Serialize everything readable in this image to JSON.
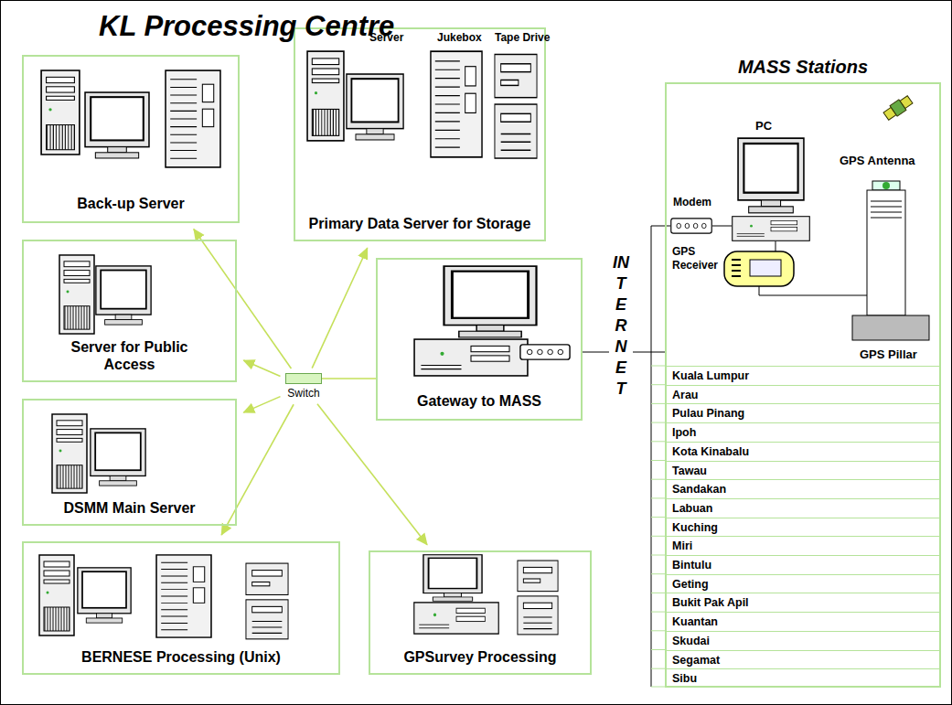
{
  "diagram": {
    "title": "KL Processing Centre",
    "nodes": [
      {
        "text": [
          "Back-up Server"
        ]
      },
      {
        "text": [
          "Primary Data Server for Storage"
        ]
      },
      {
        "text": [
          "Server for Public Access"
        ]
      },
      {
        "text": [
          "DSMM Main Server"
        ]
      },
      {
        "text": [
          "Switch"
        ]
      },
      {
        "text": [
          "Gateway to MASS"
        ]
      },
      {
        "text": [
          "BERNESE Processing (Unix)"
        ]
      },
      {
        "text": [
          "GPSurvey Processing"
        ]
      },
      {
        "text": [
          "MASS Stations"
        ]
      },
      {
        "text": [
          "Kuala Lumpur"
        ],
        "in": 8
      },
      {
        "text": [
          "Arau"
        ],
        "in": 8
      },
      {
        "text": [
          "Pulau Pinang"
        ],
        "in": 8
      },
      {
        "text": [
          "Ipoh"
        ],
        "in": 8
      },
      {
        "text": [
          "Kota Kinabalu"
        ],
        "in": 8
      },
      {
        "text": [
          "Tawau"
        ],
        "in": 8
      },
      {
        "text": [
          "Sandakan"
        ],
        "in": 8
      },
      {
        "text": [
          "Labuan"
        ],
        "in": 8
      },
      {
        "text": [
          "Kuching"
        ],
        "in": 8
      },
      {
        "text": [
          "Miri"
        ],
        "in": 8
      },
      {
        "text": [
          "Bintulu"
        ],
        "in": 8
      },
      {
        "text": [
          "Geting"
        ],
        "in": 8
      },
      {
        "text": [
          "Bukit Pak Apil"
        ],
        "in": 8
      },
      {
        "text": [
          "Kuantan"
        ],
        "in": 8
      },
      {
        "text": [
          "Skudai"
        ],
        "in": 8
      },
      {
        "text": [
          "Segamat"
        ],
        "in": 8
      },
      {
        "text": [
          "Sibu"
        ],
        "in": 8
      }
    ],
    "edges": [
      {
        "from": 4,
        "to": 0,
        "arrow": "to"
      },
      {
        "from": 4,
        "to": 1,
        "arrow": "to"
      },
      {
        "from": 4,
        "to": 2,
        "arrow": "to"
      },
      {
        "from": 4,
        "to": 3,
        "arrow": "to"
      },
      {
        "from": 4,
        "to": 6,
        "arrow": "to"
      },
      {
        "from": 4,
        "to": 7,
        "arrow": "to"
      },
      {
        "from": 4,
        "to": 5,
        "arrow": "none"
      },
      {
        "from": 5,
        "to": 8,
        "arrow": "none"
      }
    ],
    "labels": [
      "Server",
      "Jukebox",
      "Tape Drive",
      "INTERNET",
      "PC",
      "Modem",
      "GPS Receiver",
      "GPS Antenna",
      "GPS Pillar"
    ]
  }
}
